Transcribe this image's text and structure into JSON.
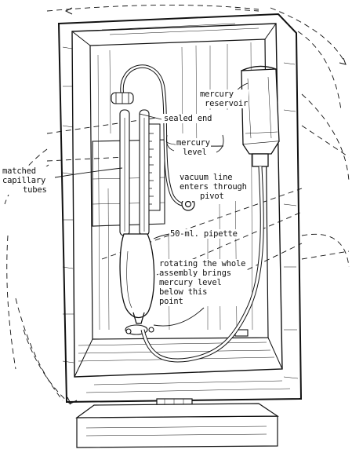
{
  "labels": {
    "mercury_reservoir": [
      "mercury",
      "reservoir"
    ],
    "sealed_end": "sealed end",
    "mercury_level": [
      "mercury",
      "level"
    ],
    "matched_capillary_tubes": [
      "matched",
      "capillary",
      "tubes"
    ],
    "vacuum_line": [
      "vacuum line",
      "enters through",
      "pivot"
    ],
    "pipette": "50-ml. pipette",
    "rotating_note": [
      "rotating the whole",
      "assembly brings",
      "mercury level",
      "below this",
      "point"
    ]
  },
  "colors": {
    "ink": "#111111",
    "paper": "#ffffff",
    "wood": "#f7f7f2"
  }
}
